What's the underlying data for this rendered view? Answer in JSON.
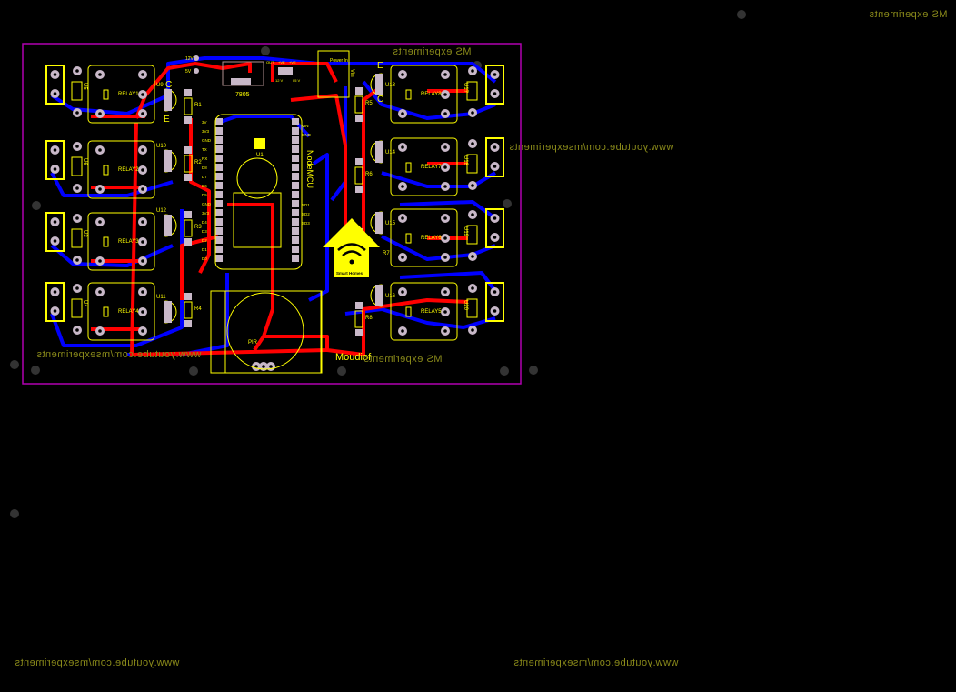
{
  "watermarks": {
    "top_right": "MS experiments",
    "board_top": "MS experiments",
    "board_bottom": "MS experiments",
    "board_side": "www.youtube.com/msexperiments",
    "board_left": "www.youtube.com/msexperiments",
    "bottom_left": "www.youtube.com/msexperiments",
    "bottom_right": "www.youtube.com/msexperiments"
  },
  "board": {
    "author": "Moudiof",
    "logo_text": "Smart Homes",
    "regulator": "7805",
    "power_in": "Power In",
    "vin": "Vin",
    "mcu_ref": "U1",
    "mcu_name": "NodeMCU",
    "pir": "PIR",
    "header_labels": [
      "12V",
      "5V"
    ],
    "jumper_labels": [
      "OUT",
      "+VE",
      "+VE",
      "12 V",
      "05 V"
    ],
    "mcu_left_pins": [
      "3V",
      "3V3",
      "GND",
      "TX",
      "RX",
      "D8",
      "D7",
      "D6",
      "D5",
      "GND",
      "3V3",
      "D4",
      "D3",
      "D2",
      "D1",
      "D0"
    ],
    "mcu_right_pins": [
      "VIN",
      "GND",
      "SD1",
      "SD2",
      "SD3"
    ],
    "relays_left": [
      "RELAY1",
      "RELAY2",
      "RELAY3",
      "RELAY4"
    ],
    "relays_right": [
      "RELAY8",
      "RELAY7",
      "RELAY6",
      "RELAY5"
    ],
    "transistors_left": [
      "U9",
      "U10",
      "U12",
      "U11"
    ],
    "transistors_right": [
      "U13",
      "U14",
      "U15",
      "U16"
    ],
    "diodes_left": [
      "U5",
      "U6",
      "U3",
      "U4"
    ],
    "diodes_right": [
      "U17",
      "U18",
      "U19",
      "U20"
    ],
    "resistors_left": [
      "R1",
      "R2",
      "R3",
      "R4"
    ],
    "resistors_right": [
      "R5",
      "R6",
      "R7",
      "R8"
    ],
    "ce_labels": [
      "C",
      "E",
      "E",
      "C"
    ]
  },
  "colors": {
    "top_copper": "#ff0000",
    "bottom_copper": "#0000ff",
    "silkscreen": "#ffff00",
    "outline": "#b000b0",
    "pad": "#c8b8c8"
  }
}
